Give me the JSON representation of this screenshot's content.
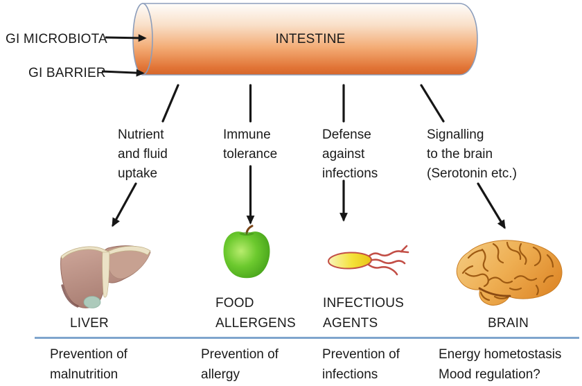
{
  "intestine": {
    "label": "INTESTINE"
  },
  "inputs": {
    "microbiota": "GI MICROBIOTA",
    "barrier": "GI BARRIER"
  },
  "columns": [
    {
      "function": "Nutrient\nand fluid\nuptake",
      "organ": "LIVER",
      "organ_icon": "liver-illustration",
      "outcome": "Prevention of\nmalnutrition"
    },
    {
      "function": "Immune\ntolerance",
      "organ": "FOOD\nALLERGENS",
      "organ_icon": "apple-illustration",
      "outcome": "Prevention of\nallergy"
    },
    {
      "function": "Defense\nagainst\ninfections",
      "organ": "INFECTIOUS\nAGENTS",
      "organ_icon": "bacterium-illustration",
      "outcome": "Prevention of\ninfections"
    },
    {
      "function": "Signalling\nto the brain\n(Serotonin etc.)",
      "organ": "BRAIN",
      "organ_icon": "brain-illustration",
      "outcome": "Energy hometostasis\nMood regulation?"
    }
  ],
  "colors": {
    "cylinder_top": "#fefdfb",
    "cylinder_mid": "#f3ab74",
    "cylinder_bottom": "#dd6c2e",
    "cylinder_border": "#8b9dbb",
    "divider_line": "#7fa5cd",
    "arrow": "#161616",
    "text": "#1a1a1a",
    "apple_green": "#55b423",
    "bacterium_yellow": "#eec81c",
    "bacterium_outline": "#c24e46",
    "liver_brown": "#b98e84",
    "brain_orange": "#e79a35"
  }
}
